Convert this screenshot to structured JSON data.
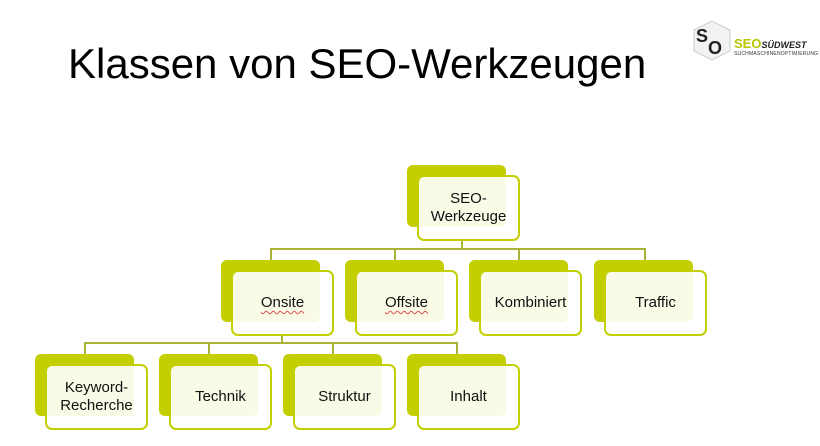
{
  "title": "Klassen von SEO-Werkzeugen",
  "logo": {
    "brand": "SEO",
    "brand_suffix": "SÜDWEST",
    "tagline": "SUCHMASCHINENOPTIMIERUNG"
  },
  "colors": {
    "accent": "#c3cf00",
    "connector": "#a9b336"
  },
  "root": {
    "label_line1": "SEO-",
    "label_line2": "Werkzeuge"
  },
  "level2": [
    {
      "label": "Onsite"
    },
    {
      "label": "Offsite"
    },
    {
      "label": "Kombiniert"
    },
    {
      "label": "Traffic"
    }
  ],
  "level3": [
    {
      "label_line1": "Keyword-",
      "label_line2": "Recherche"
    },
    {
      "label": "Technik"
    },
    {
      "label": "Struktur"
    },
    {
      "label": "Inhalt"
    }
  ]
}
